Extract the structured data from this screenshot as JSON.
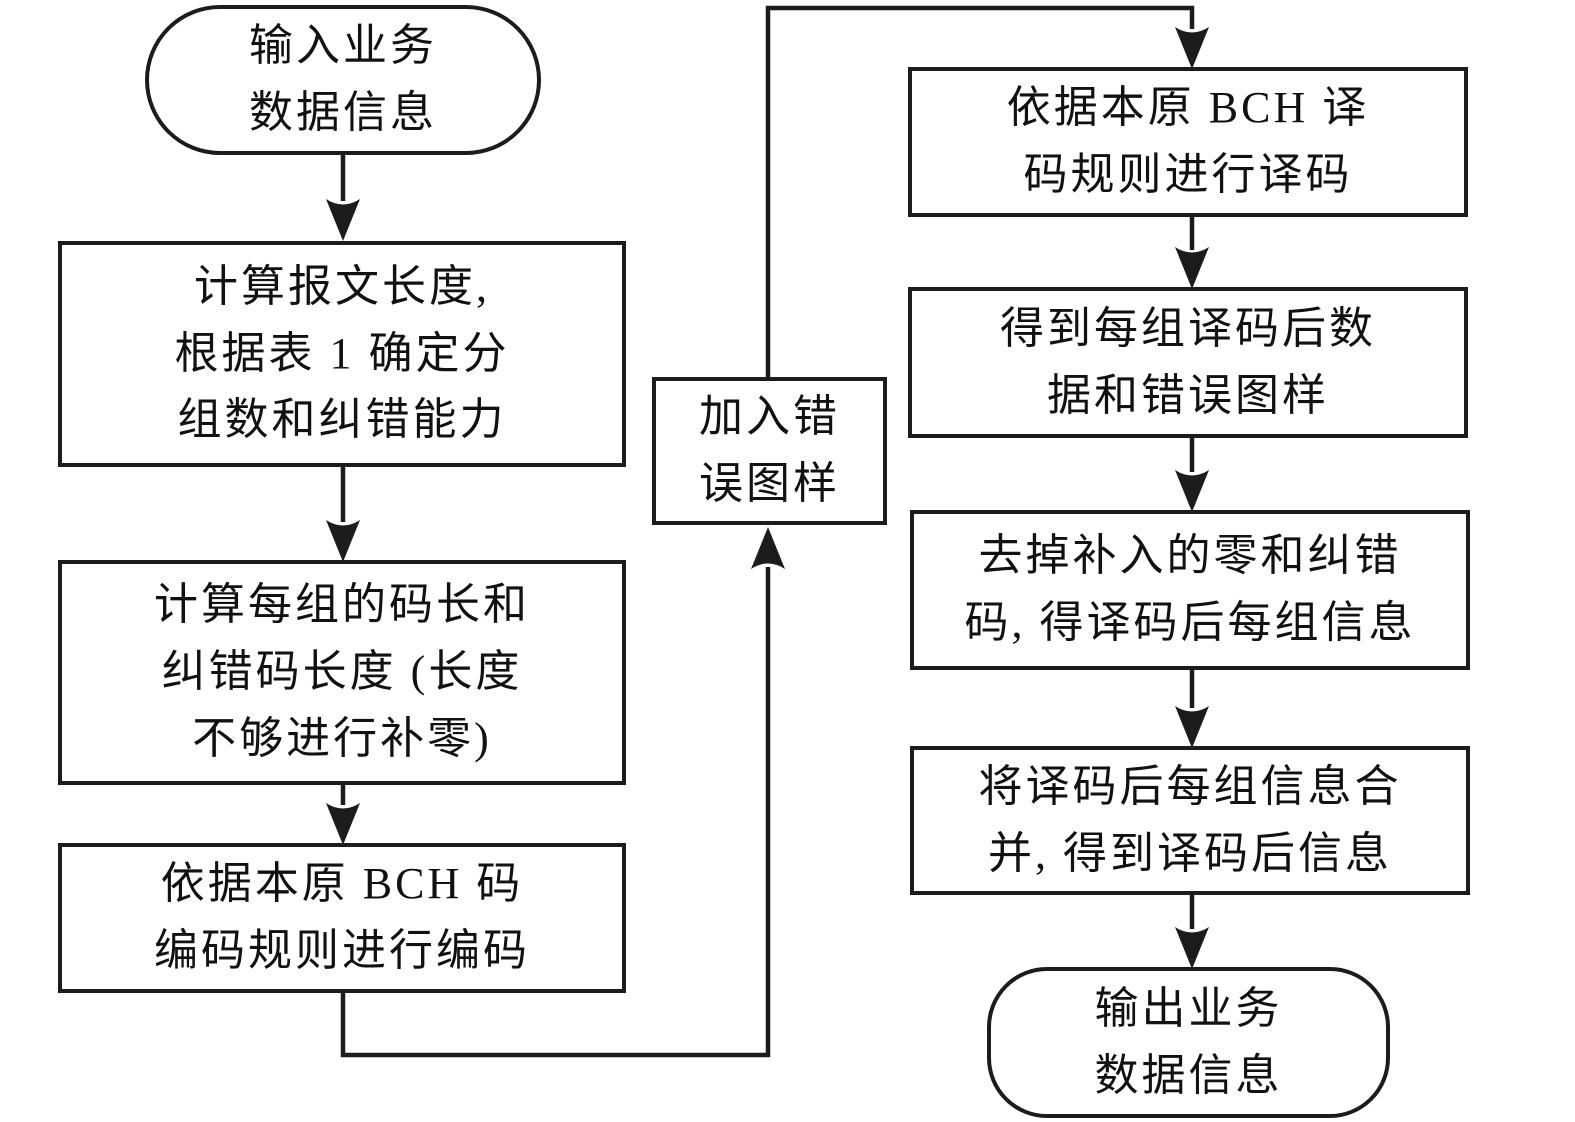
{
  "colors": {
    "stroke": "#1c1c1c",
    "background": "#ffffff",
    "text": "#111111"
  },
  "nodes": {
    "input_terminal": {
      "lines": [
        "输入业务",
        "数据信息"
      ]
    },
    "calc_msg_length": {
      "lines": [
        "计算报文长度,",
        "根据表 1 确定分",
        "组数和纠错能力"
      ]
    },
    "calc_code_length": {
      "lines": [
        "计算每组的码长和",
        "纠错码长度 (长度",
        "不够进行补零)"
      ]
    },
    "encode": {
      "lines": [
        "依据本原 BCH 码",
        "编码规则进行编码"
      ]
    },
    "add_error_pattern": {
      "lines": [
        "加入错",
        "误图样"
      ]
    },
    "decode": {
      "lines": [
        "依据本原 BCH 译",
        "码规则进行译码"
      ]
    },
    "decoded_data": {
      "lines": [
        "得到每组译码后数",
        "据和错误图样"
      ]
    },
    "strip_padding": {
      "lines": [
        "去掉补入的零和纠错",
        "码, 得译码后每组信息"
      ]
    },
    "merge_info": {
      "lines": [
        "将译码后每组信息合",
        "并, 得到译码后信息"
      ]
    },
    "output_terminal": {
      "lines": [
        "输出业务",
        "数据信息"
      ]
    }
  }
}
